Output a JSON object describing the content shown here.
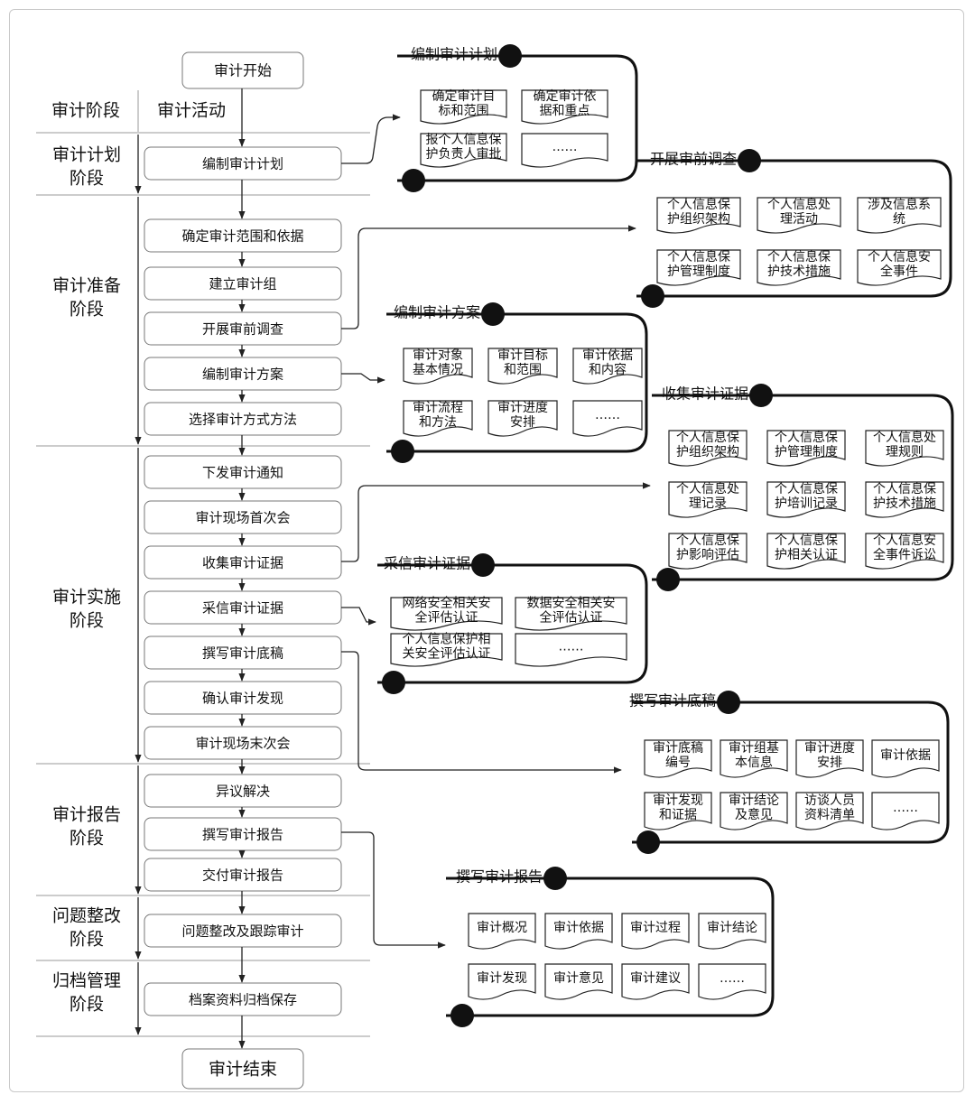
{
  "start": "审计开始",
  "end": "审计结束",
  "headers": {
    "stage": "审计阶段",
    "activity": "审计活动"
  },
  "stages": [
    {
      "lines": [
        "审计计划",
        "阶段"
      ]
    },
    {
      "lines": [
        "审计准备",
        "阶段"
      ]
    },
    {
      "lines": [
        "审计实施",
        "阶段"
      ]
    },
    {
      "lines": [
        "审计报告",
        "阶段"
      ]
    },
    {
      "lines": [
        "问题整改",
        "阶段"
      ]
    },
    {
      "lines": [
        "归档管理",
        "阶段"
      ]
    }
  ],
  "activities": [
    "编制审计计划",
    "确定审计范围和依据",
    "建立审计组",
    "开展审前调查",
    "编制审计方案",
    "选择审计方式方法",
    "下发审计通知",
    "审计现场首次会",
    "收集审计证据",
    "采信审计证据",
    "撰写审计底稿",
    "确认审计发现",
    "审计现场末次会",
    "异议解决",
    "撰写审计报告",
    "交付审计报告",
    "问题整改及跟踪审计",
    "档案资料归档保存"
  ],
  "groups": [
    {
      "title": "编制审计计划",
      "items": [
        [
          "确定审计目",
          "标和范围"
        ],
        [
          "确定审计依",
          "据和重点"
        ],
        [
          "报个人信息保",
          "护负责人审批"
        ],
        [
          "……"
        ]
      ]
    },
    {
      "title": "开展审前调查",
      "items": [
        [
          "个人信息保",
          "护组织架构"
        ],
        [
          "个人信息处",
          "理活动"
        ],
        [
          "涉及信息系",
          "统"
        ],
        [
          "个人信息保",
          "护管理制度"
        ],
        [
          "个人信息保",
          "护技术措施"
        ],
        [
          "个人信息安",
          "全事件"
        ]
      ]
    },
    {
      "title": "编制审计方案",
      "items": [
        [
          "审计对象",
          "基本情况"
        ],
        [
          "审计目标",
          "和范围"
        ],
        [
          "审计依据",
          "和内容"
        ],
        [
          "审计流程",
          "和方法"
        ],
        [
          "审计进度",
          "安排"
        ],
        [
          "……"
        ]
      ]
    },
    {
      "title": "收集审计证据",
      "items": [
        [
          "个人信息保",
          "护组织架构"
        ],
        [
          "个人信息保",
          "护管理制度"
        ],
        [
          "个人信息处",
          "理规则"
        ],
        [
          "个人信息处",
          "理记录"
        ],
        [
          "个人信息保",
          "护培训记录"
        ],
        [
          "个人信息保",
          "护技术措施"
        ],
        [
          "个人信息保",
          "护影响评估"
        ],
        [
          "个人信息保",
          "护相关认证"
        ],
        [
          "个人信息安",
          "全事件诉讼"
        ]
      ]
    },
    {
      "title": "采信审计证据",
      "items": [
        [
          "网络安全相关安",
          "全评估认证"
        ],
        [
          "数据安全相关安",
          "全评估认证"
        ],
        [
          "个人信息保护相",
          "关安全评估认证"
        ],
        [
          "……"
        ]
      ]
    },
    {
      "title": "撰写审计底稿",
      "items": [
        [
          "审计底稿",
          "编号"
        ],
        [
          "审计组基",
          "本信息"
        ],
        [
          "审计进度",
          "安排"
        ],
        [
          "审计依据"
        ],
        [
          "审计发现",
          "和证据"
        ],
        [
          "审计结论",
          "及意见"
        ],
        [
          "访谈人员",
          "资料清单"
        ],
        [
          "……"
        ]
      ]
    },
    {
      "title": "撰写审计报告",
      "items": [
        [
          "审计概况"
        ],
        [
          "审计依据"
        ],
        [
          "审计过程"
        ],
        [
          "审计结论"
        ],
        [
          "审计发现"
        ],
        [
          "审计意见"
        ],
        [
          "审计建议"
        ],
        [
          "……"
        ]
      ]
    }
  ]
}
